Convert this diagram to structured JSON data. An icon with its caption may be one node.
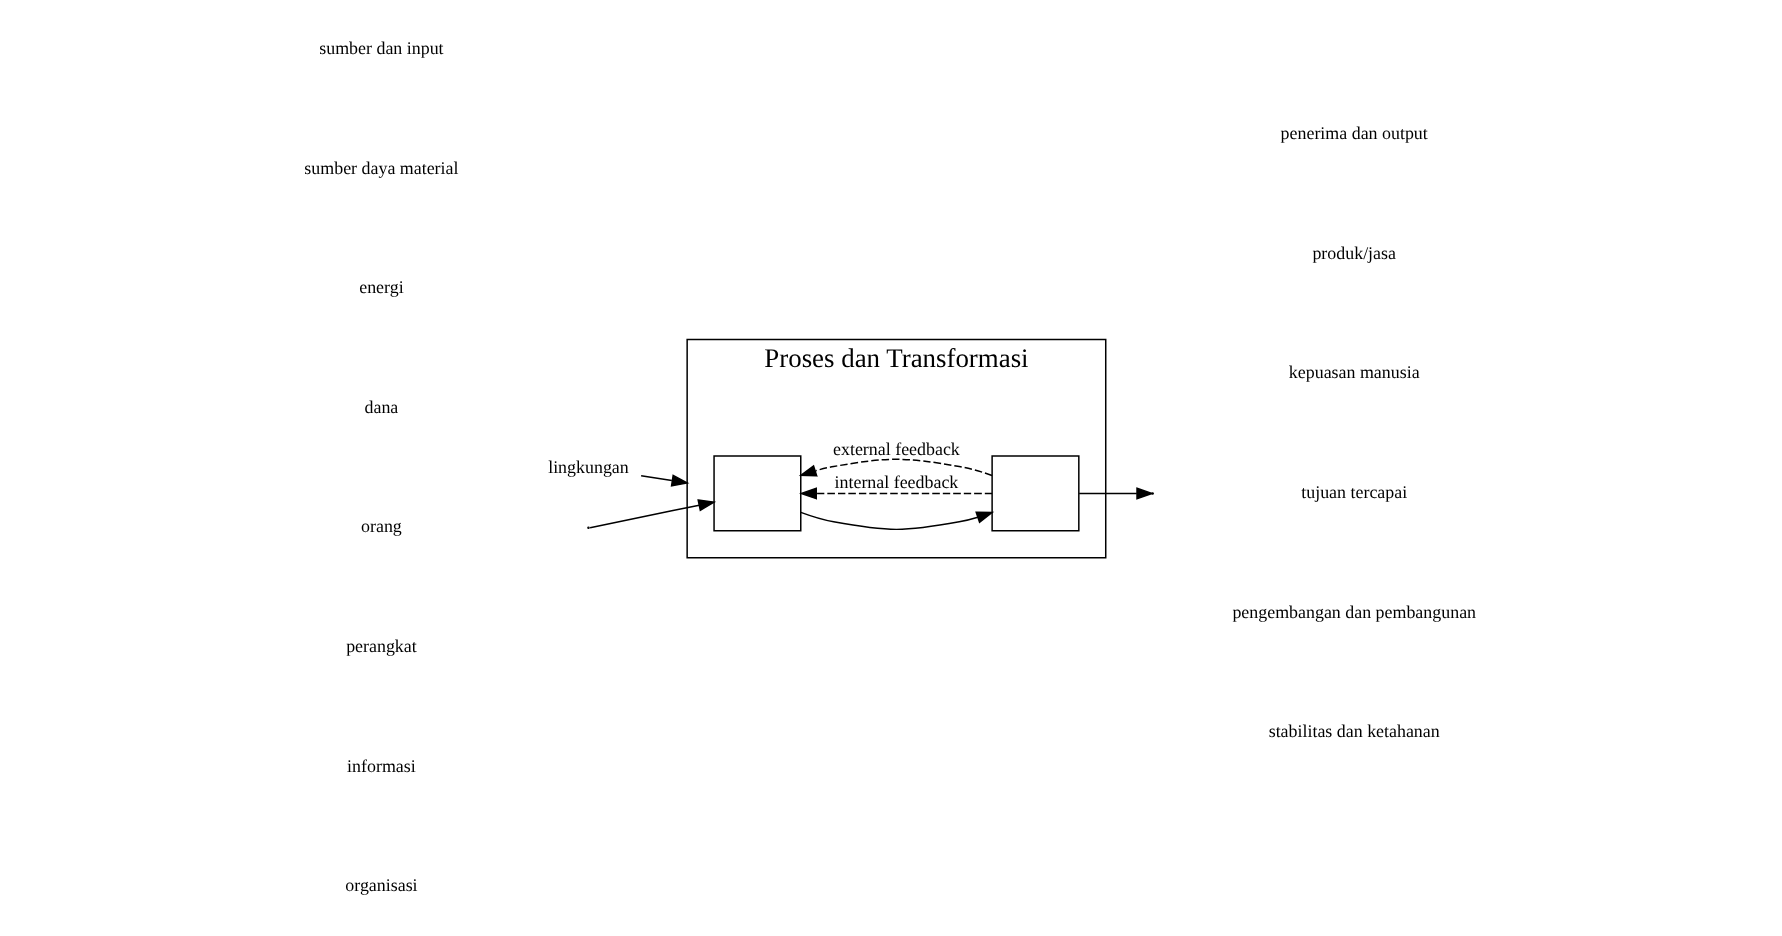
{
  "diagram": {
    "nodes": [
      {
        "text": [
          "lingkungan"
        ]
      },
      {
        "text": [
          "Proses dan Transformasi"
        ]
      },
      {
        "text": [],
        "shape": "box",
        "in": 1
      },
      {
        "text": [],
        "shape": "box",
        "in": 1
      }
    ],
    "edges": [
      {
        "from": 0,
        "to": 1,
        "arrow": "to"
      },
      {
        "from": null,
        "to": 2,
        "arrow": "to"
      },
      {
        "from": 2,
        "to": 3,
        "arrow": "to"
      },
      {
        "from": 3,
        "to": null,
        "arrow": "to"
      },
      {
        "from": 3,
        "to": 2,
        "arrow": "to",
        "style": "dashed",
        "label": "internal feedback"
      },
      {
        "from": 3,
        "to": 2,
        "arrow": "to",
        "style": "dashed",
        "label": "external feedback"
      }
    ],
    "labels": [
      "sumber dan input",
      "sumber daya material",
      "energi",
      "dana",
      "orang",
      "perangkat",
      "informasi",
      "organisasi",
      "penerima dan output",
      "produk/jasa",
      "kepuasan manusia",
      "tujuan tercapai",
      "pengembangan dan pembangunan",
      "stabilitas dan ketahanan"
    ]
  }
}
